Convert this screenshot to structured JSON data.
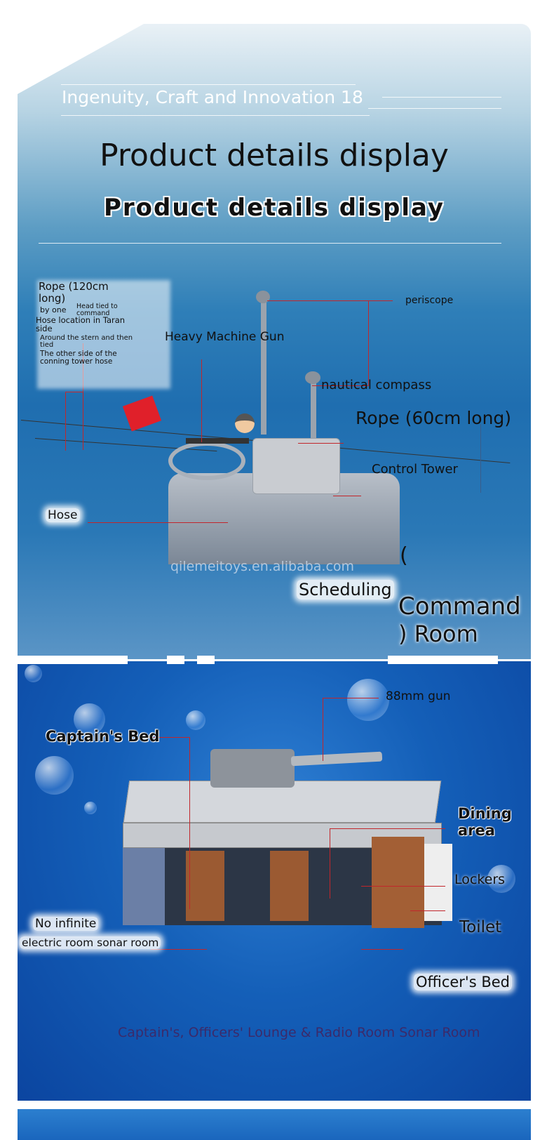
{
  "header": {
    "tagline": "Ingenuity, Craft and Innovation 18",
    "title": "Product details display",
    "subtitle": "Product details display"
  },
  "section1": {
    "rope_long": "Rope (120cm long)",
    "rope_note_1": "by one",
    "rope_note_2": "Head tied to command",
    "rope_note_3": "Hose location in Taran side",
    "rope_note_4": "Around the stern and then tied",
    "rope_note_5": "The other side of the conning tower hose",
    "heavy_machine_gun": "Heavy Machine Gun",
    "periscope": "periscope",
    "nautical_compass": "nautical compass",
    "rope_short": "Rope (60cm long)",
    "control_tower": "Control Tower",
    "hose": "Hose",
    "watermark": "qilemeitoys.en.alibaba.com",
    "paren_open": "(",
    "scheduling": "Scheduling",
    "command": "Command",
    "room": ") Room"
  },
  "section2": {
    "gun_88mm": "88mm gun",
    "captains_bed": "Captain's Bed",
    "dining_area": "Dining area",
    "lockers": "Lockers",
    "toilet": "Toilet",
    "no_infinite": "No infinite",
    "electric_room": "electric room sonar room",
    "officers_bed": "Officer's Bed",
    "caption": "Captain's, Officers' Lounge & Radio Room Sonar Room"
  },
  "colors": {
    "leader_line": "#c2262b",
    "ocean": "#1f6eb0"
  }
}
